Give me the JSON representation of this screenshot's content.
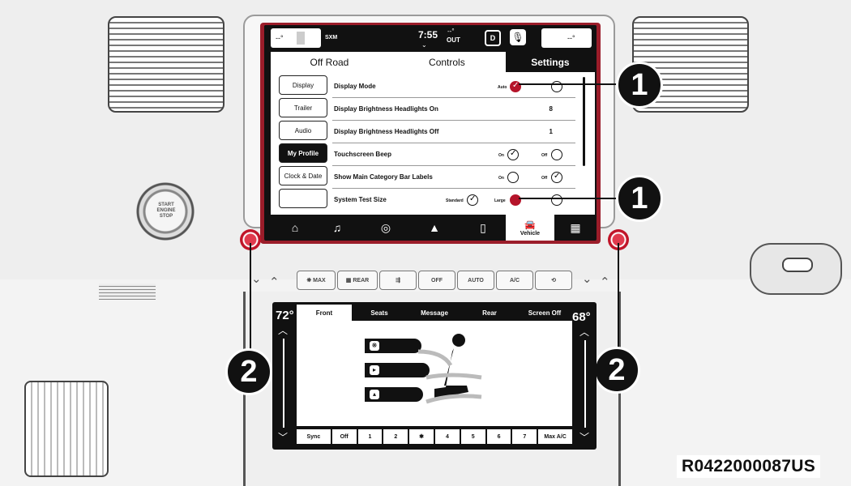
{
  "status_bar": {
    "left_pill": "--°",
    "radio_source": "SXM",
    "time": "7:55",
    "outside_temp": "--°",
    "outside_label": "OUT",
    "driver_badge": "D",
    "right_pill": "--°"
  },
  "tabs": [
    {
      "label": "Off Road",
      "active": false
    },
    {
      "label": "Controls",
      "active": false
    },
    {
      "label": "Settings",
      "active": true
    }
  ],
  "categories": [
    {
      "label": "Display",
      "selected": false
    },
    {
      "label": "Trailer",
      "selected": false
    },
    {
      "label": "Audio",
      "selected": false
    },
    {
      "label": "My Profile",
      "selected": true
    },
    {
      "label": "Clock & Date",
      "selected": false
    },
    {
      "label": "",
      "selected": false
    }
  ],
  "settings": {
    "display_mode": {
      "label": "Display Mode",
      "option_a": "Auto"
    },
    "brightness_on": {
      "label": "Display Brightness Headlights On",
      "value": "8"
    },
    "brightness_off": {
      "label": "Display Brightness Headlights Off",
      "value": "1"
    },
    "touch_beep": {
      "label": "Touchscreen Beep",
      "option_a": "On",
      "option_b": "Off"
    },
    "category_labels": {
      "label": "Show Main Category Bar Labels",
      "option_a": "On",
      "option_b": "Off"
    },
    "text_size": {
      "label": "System Test Size",
      "option_a": "Standard",
      "option_b": "Large"
    }
  },
  "bottom_nav": {
    "items": [
      "home-icon",
      "music-icon",
      "compass-icon",
      "navigation-icon",
      "phone-icon",
      "vehicle-icon",
      "apps-icon"
    ],
    "active_label": "Vehicle"
  },
  "hardware_buttons": {
    "max_defrost": "MAX",
    "rear_defrost": "REAR",
    "off": "OFF",
    "auto": "AUTO",
    "ac": "A/C"
  },
  "climate": {
    "tabs": [
      "Front",
      "Seats",
      "Message",
      "Rear",
      "Screen Off"
    ],
    "active_tab": "Front",
    "left_temp": "72°",
    "right_temp": "68°",
    "fan_bar": [
      "Sync",
      "Off",
      "1",
      "2",
      "✱",
      "4",
      "5",
      "6",
      "7",
      "Max A/C"
    ]
  },
  "callouts": {
    "one": "1",
    "two": "2"
  },
  "figure_code": "R0422000087US",
  "start_button": {
    "line1": "START",
    "line2": "ENGINE",
    "line3": "STOP"
  },
  "colors": {
    "accent": "#b5142a",
    "screen_frame": "#9b1d2a",
    "ui_dark": "#111111"
  }
}
